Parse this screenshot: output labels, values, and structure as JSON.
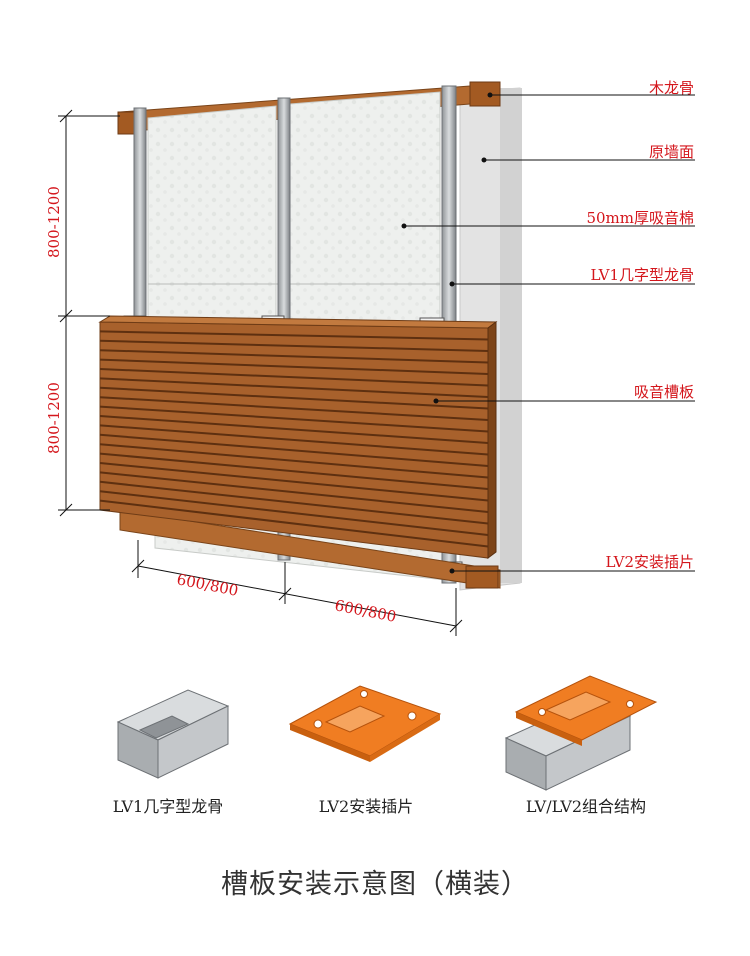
{
  "callouts": {
    "wood_keel": "木龙骨",
    "original_wall": "原墙面",
    "cotton": "50mm厚吸音棉",
    "lv1_keel": "LV1几字型龙骨",
    "groove_panel": "吸音槽板",
    "lv2_clip": "LV2安装插片"
  },
  "dimensions": {
    "vertical_upper": "800-1200",
    "vertical_lower": "800-1200",
    "horizontal_left": "600/800",
    "horizontal_right": "600/800"
  },
  "parts": {
    "lv1": "LV1几字型龙骨",
    "lv2": "LV2安装插片",
    "combo": "LV/LV2组合结构"
  },
  "title": "槽板安装示意图（横装）",
  "colors": {
    "label_red": "#d4161c",
    "wood": "#a8612c",
    "wall_gray": "#e6e6e6",
    "clip_orange": "#f07d22",
    "aluminium": "#b5b8bb"
  }
}
